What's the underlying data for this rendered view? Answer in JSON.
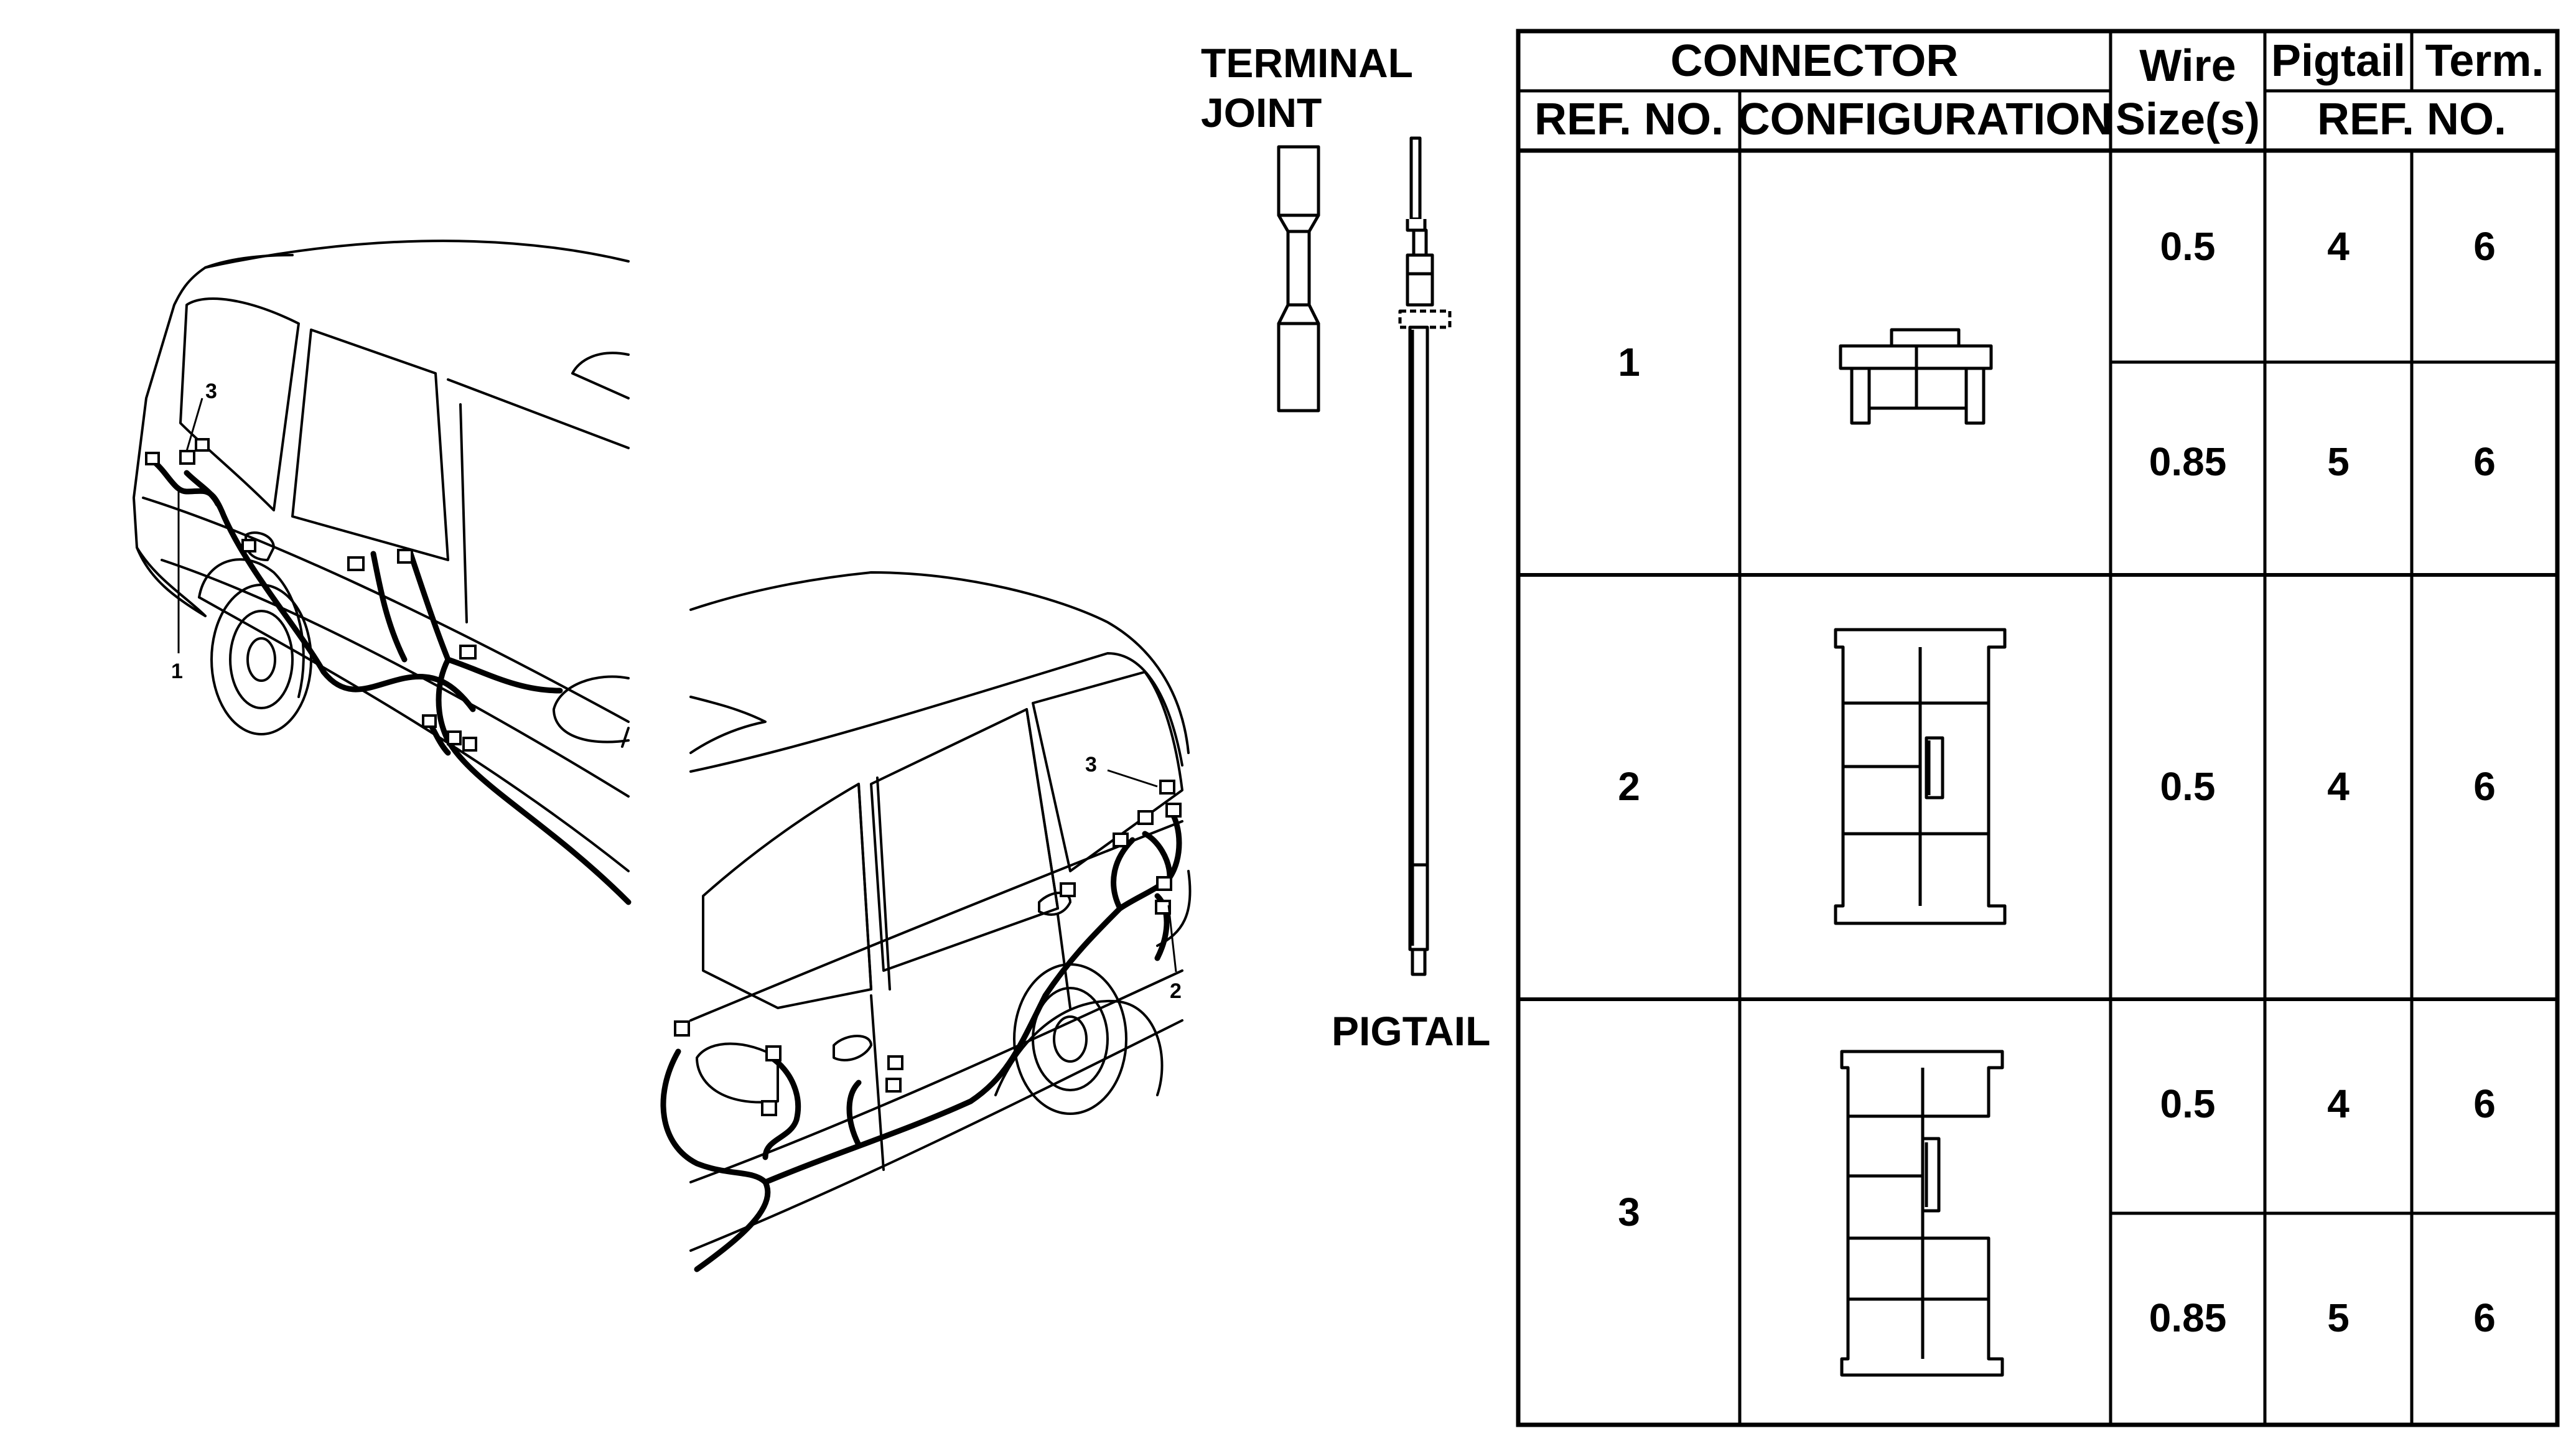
{
  "labels": {
    "terminal_joint_line1": "TERMINAL",
    "terminal_joint_line2": "JOINT",
    "pigtail": "PIGTAIL"
  },
  "callouts": {
    "left_vehicle": [
      "1",
      "3"
    ],
    "right_vehicle": [
      "3",
      "2"
    ]
  },
  "table": {
    "headers": {
      "connector": "CONNECTOR",
      "wire_line1": "Wire",
      "wire_line2": "Size(s)",
      "pigtail": "Pigtail",
      "term": "Term.",
      "ref_no": "REF. NO.",
      "configuration": "CONFIGURATION",
      "ref_no_right": "REF. NO."
    },
    "connectors": [
      {
        "ref": "1",
        "rows": [
          {
            "wire": "0.5",
            "pigtail": "4",
            "term": "6"
          },
          {
            "wire": "0.85",
            "pigtail": "5",
            "term": "6"
          }
        ]
      },
      {
        "ref": "2",
        "rows": [
          {
            "wire": "0.5",
            "pigtail": "4",
            "term": "6"
          }
        ]
      },
      {
        "ref": "3",
        "rows": [
          {
            "wire": "0.5",
            "pigtail": "4",
            "term": "6"
          },
          {
            "wire": "0.85",
            "pigtail": "5",
            "term": "6"
          }
        ]
      }
    ]
  }
}
